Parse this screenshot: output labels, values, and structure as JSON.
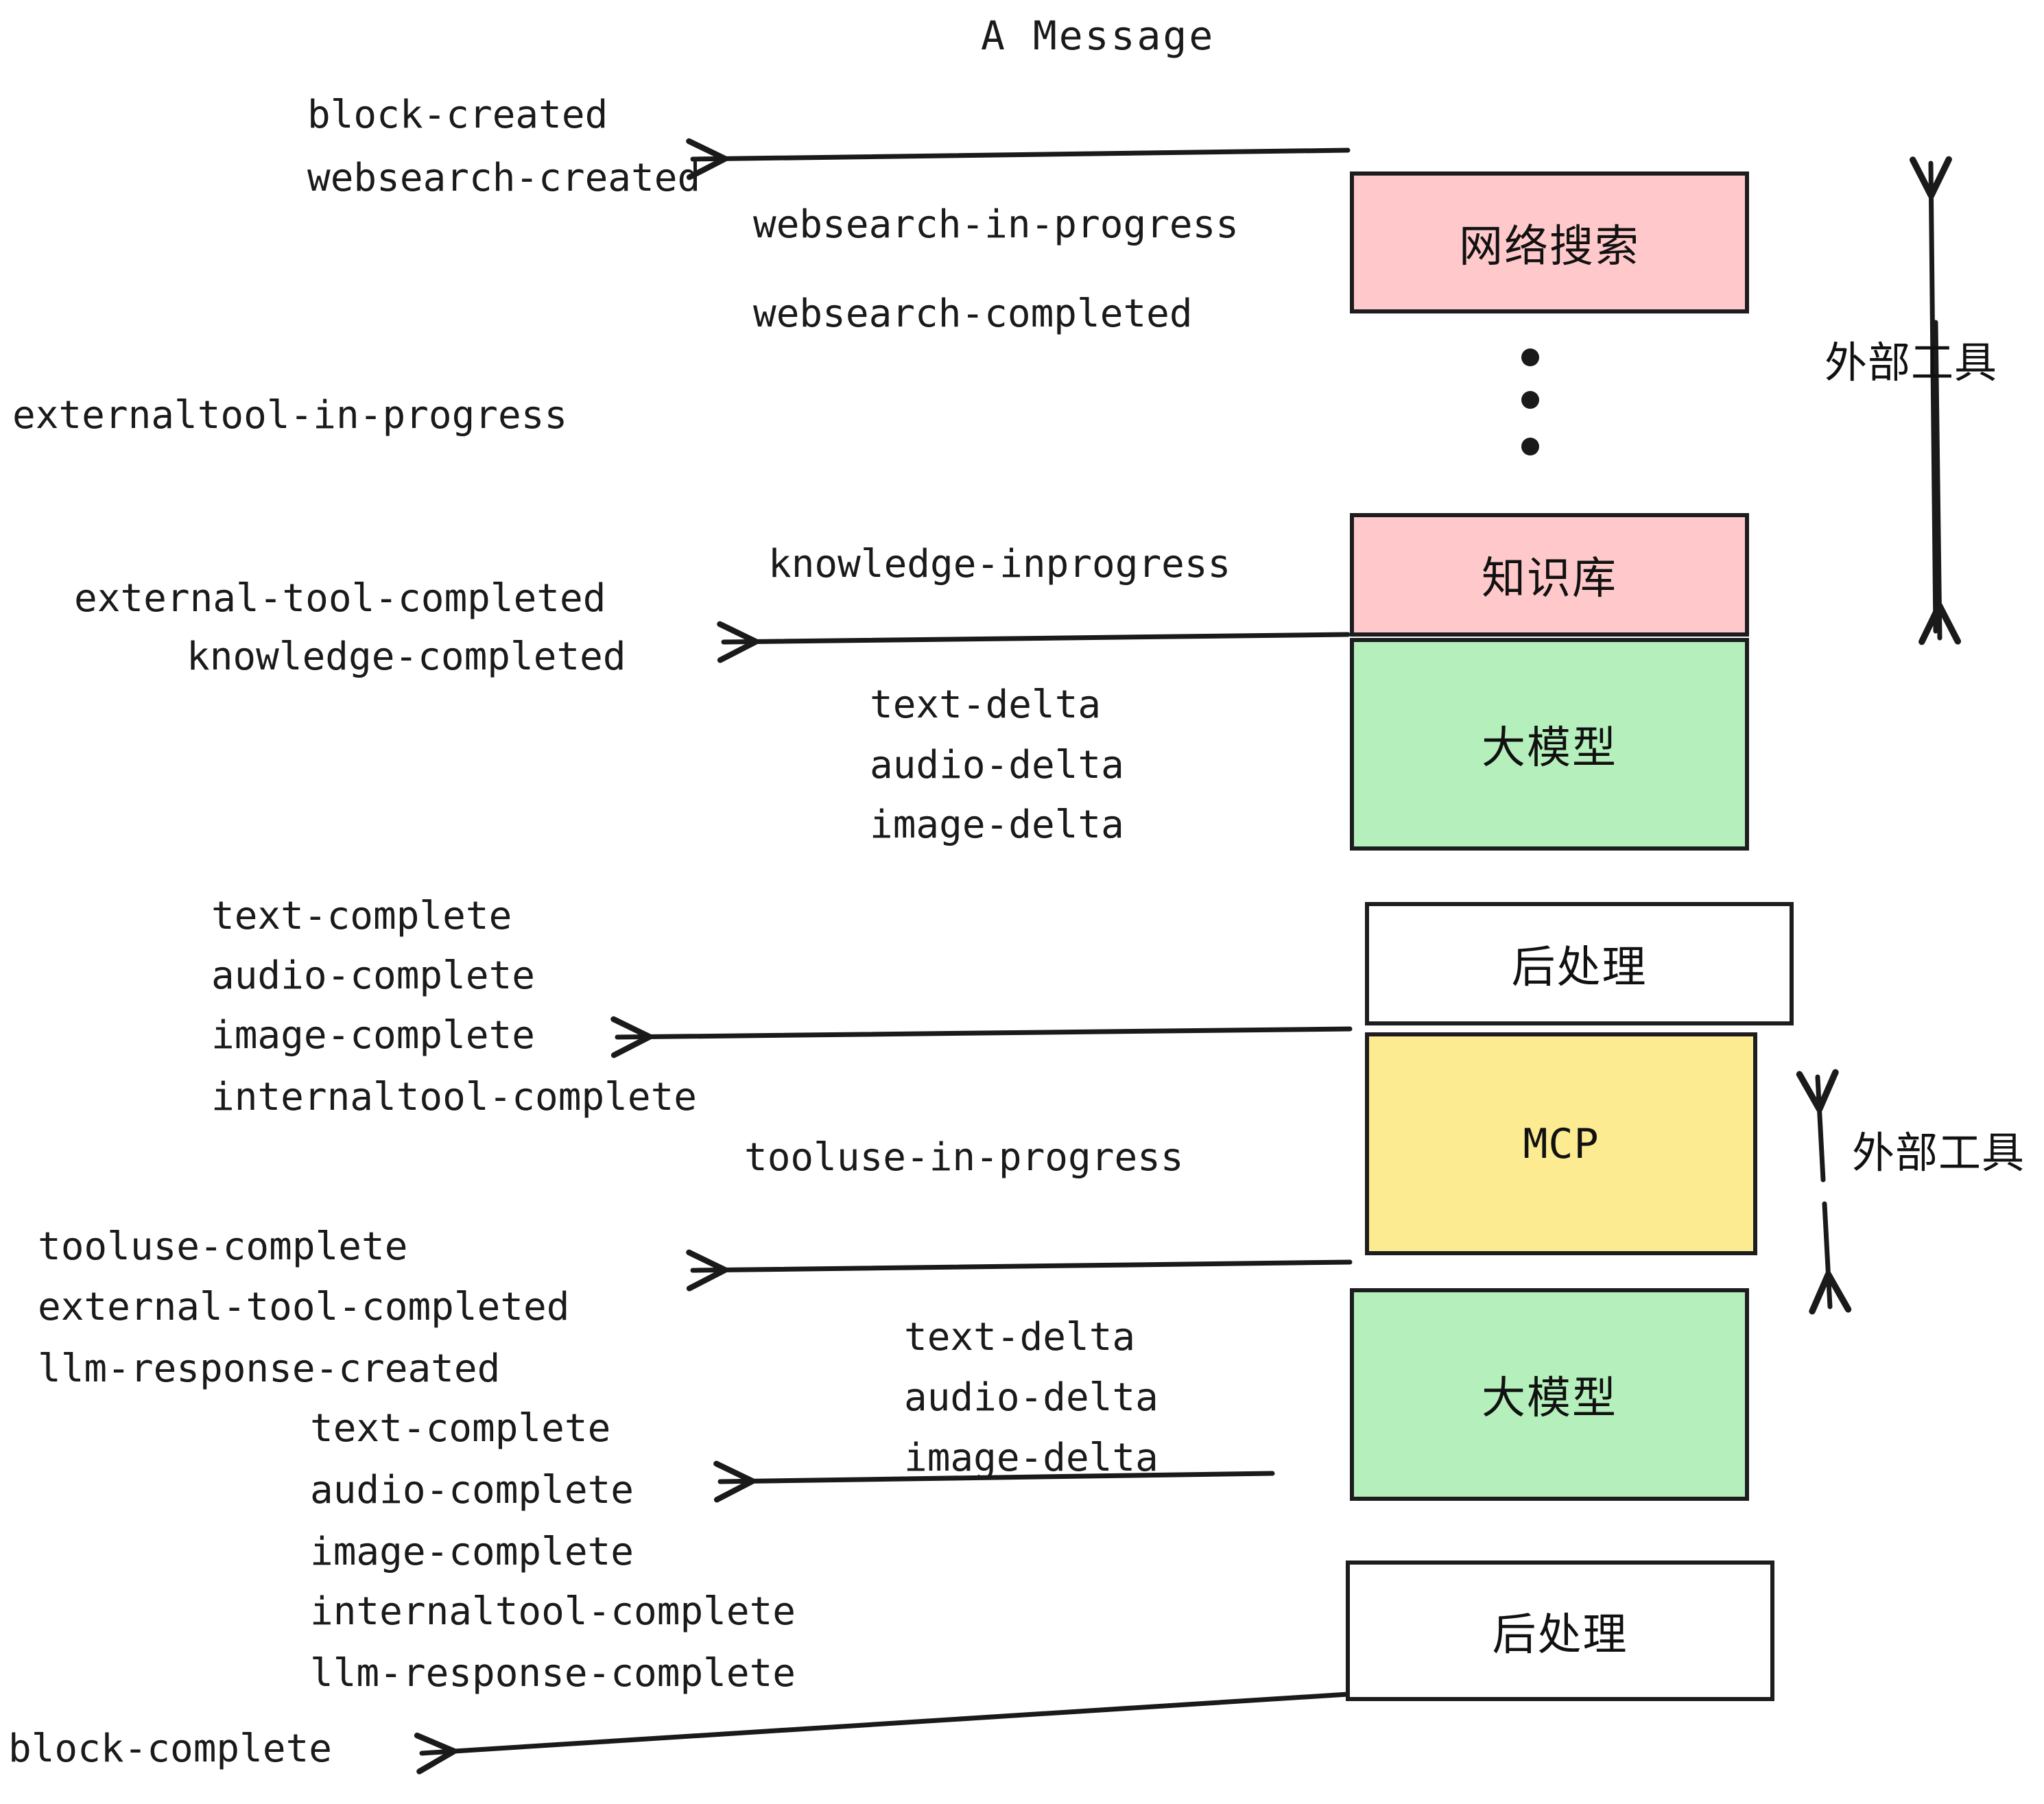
{
  "title": "A Message",
  "colors": {
    "pink": "#FFC9CB",
    "green": "#B5F0BC",
    "yellow": "#FCEB90",
    "white": "#FFFFFF",
    "stroke": "#1D1D1F",
    "text": "#1A1A1A"
  },
  "nodes": [
    {
      "id": "websearch",
      "label": "网络搜索",
      "fill": "#FFC9CB"
    },
    {
      "id": "knowledge",
      "label": "知识库",
      "fill": "#FFC9CB"
    },
    {
      "id": "llm1",
      "label": "大模型",
      "fill": "#B5F0BC"
    },
    {
      "id": "post1",
      "label": "后处理",
      "fill": "#FFFFFF"
    },
    {
      "id": "mcp",
      "label": "MCP",
      "fill": "#FCEB90"
    },
    {
      "id": "llm2",
      "label": "大模型",
      "fill": "#B5F0BC"
    },
    {
      "id": "post2",
      "label": "后处理",
      "fill": "#FFFFFF"
    }
  ],
  "side_labels": [
    {
      "id": "external-tools-top",
      "label": "外部工具"
    },
    {
      "id": "external-tools-bottom",
      "label": "外部工具"
    }
  ],
  "events": [
    {
      "id": "block-created",
      "label": "block-created"
    },
    {
      "id": "websearch-created",
      "label": "websearch-created"
    },
    {
      "id": "websearch-in-progress",
      "label": "websearch-in-progress"
    },
    {
      "id": "websearch-completed",
      "label": "websearch-completed"
    },
    {
      "id": "externaltool-in-progress",
      "label": "externaltool-in-progress"
    },
    {
      "id": "knowledge-inprogress",
      "label": "knowledge-inprogress"
    },
    {
      "id": "external-tool-completed-1",
      "label": "external-tool-completed"
    },
    {
      "id": "knowledge-completed",
      "label": "knowledge-completed"
    },
    {
      "id": "text-delta-1",
      "label": "text-delta"
    },
    {
      "id": "audio-delta-1",
      "label": "audio-delta"
    },
    {
      "id": "image-delta-1",
      "label": "image-delta"
    },
    {
      "id": "text-complete-1",
      "label": "text-complete"
    },
    {
      "id": "audio-complete-1",
      "label": "audio-complete"
    },
    {
      "id": "image-complete-1",
      "label": "image-complete"
    },
    {
      "id": "internaltool-complete-1",
      "label": "internaltool-complete"
    },
    {
      "id": "tooluse-in-progress",
      "label": "tooluse-in-progress"
    },
    {
      "id": "tooluse-complete",
      "label": "tooluse-complete"
    },
    {
      "id": "external-tool-completed-2",
      "label": "external-tool-completed"
    },
    {
      "id": "llm-response-created",
      "label": "llm-response-created"
    },
    {
      "id": "text-complete-2",
      "label": "text-complete"
    },
    {
      "id": "text-delta-2",
      "label": "text-delta"
    },
    {
      "id": "audio-delta-2",
      "label": "audio-delta"
    },
    {
      "id": "image-delta-2",
      "label": "image-delta"
    },
    {
      "id": "audio-complete-2",
      "label": "audio-complete"
    },
    {
      "id": "image-complete-2",
      "label": "image-complete"
    },
    {
      "id": "internaltool-complete-2",
      "label": "internaltool-complete"
    },
    {
      "id": "llm-response-complete",
      "label": "llm-response-complete"
    },
    {
      "id": "block-complete",
      "label": "block-complete"
    }
  ],
  "ellipsis_dots": 3
}
